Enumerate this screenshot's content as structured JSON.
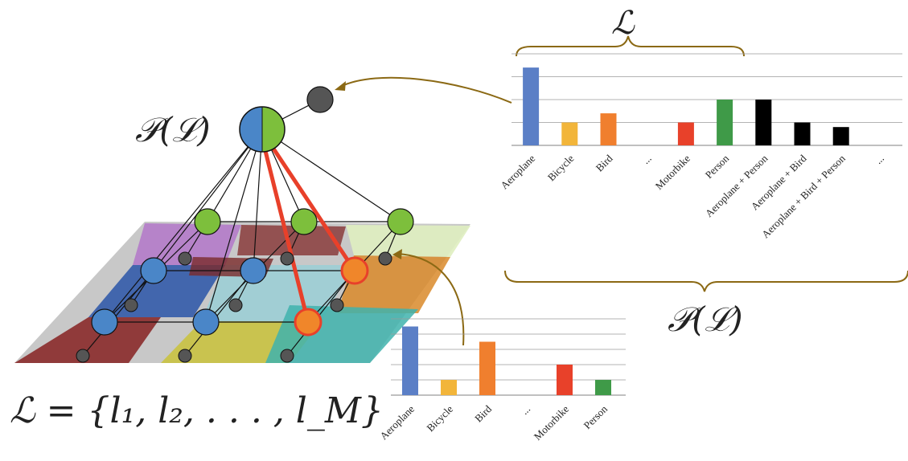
{
  "labels": {
    "power_set_top": "𝒫(ℒ)",
    "label_set_top": "ℒ",
    "power_set_right": "𝒫(ℒ)",
    "label_set_formula": "ℒ = {l₁, l₂, . . . , l_M}"
  },
  "colors": {
    "blue": "#4a86c8",
    "green": "#7dbf3c",
    "orange": "#f0862a",
    "red_link": "#e8402a",
    "grey": "#555555",
    "bracket": "#8b6914",
    "bar_blue": "#5b7fc6",
    "bar_yellow": "#f2b53a",
    "bar_orange": "#f07f2e",
    "bar_red": "#e8412a",
    "bar_green": "#3f9a48",
    "bar_black": "#000000"
  },
  "chart_data": [
    {
      "type": "bar",
      "categories": [
        "Aeroplane",
        "Bicycle",
        "Bird",
        "...",
        "Motorbike",
        "Person",
        "Aeroplane + Person",
        "Aeroplane + Bird",
        "Aeroplane + Bird + Person",
        "..."
      ],
      "values": [
        3.4,
        1.0,
        1.4,
        0,
        1.0,
        2.0,
        2.0,
        1.0,
        0.8,
        0
      ],
      "colors": [
        "#5b7fc6",
        "#f2b53a",
        "#f07f2e",
        "#ffffff",
        "#e8412a",
        "#3f9a48",
        "#000000",
        "#000000",
        "#000000",
        "#ffffff"
      ],
      "ylim": [
        0,
        4
      ],
      "grid": true
    },
    {
      "type": "bar",
      "categories": [
        "Aeroplane",
        "Bicycle",
        "Bird",
        "...",
        "Motorbike",
        "Person"
      ],
      "values": [
        4.5,
        1.0,
        3.5,
        0,
        2.0,
        1.0
      ],
      "colors": [
        "#5b7fc6",
        "#f2b53a",
        "#f07f2e",
        "#ffffff",
        "#e8412a",
        "#3f9a48"
      ],
      "ylim": [
        0,
        5
      ],
      "grid": true
    }
  ]
}
